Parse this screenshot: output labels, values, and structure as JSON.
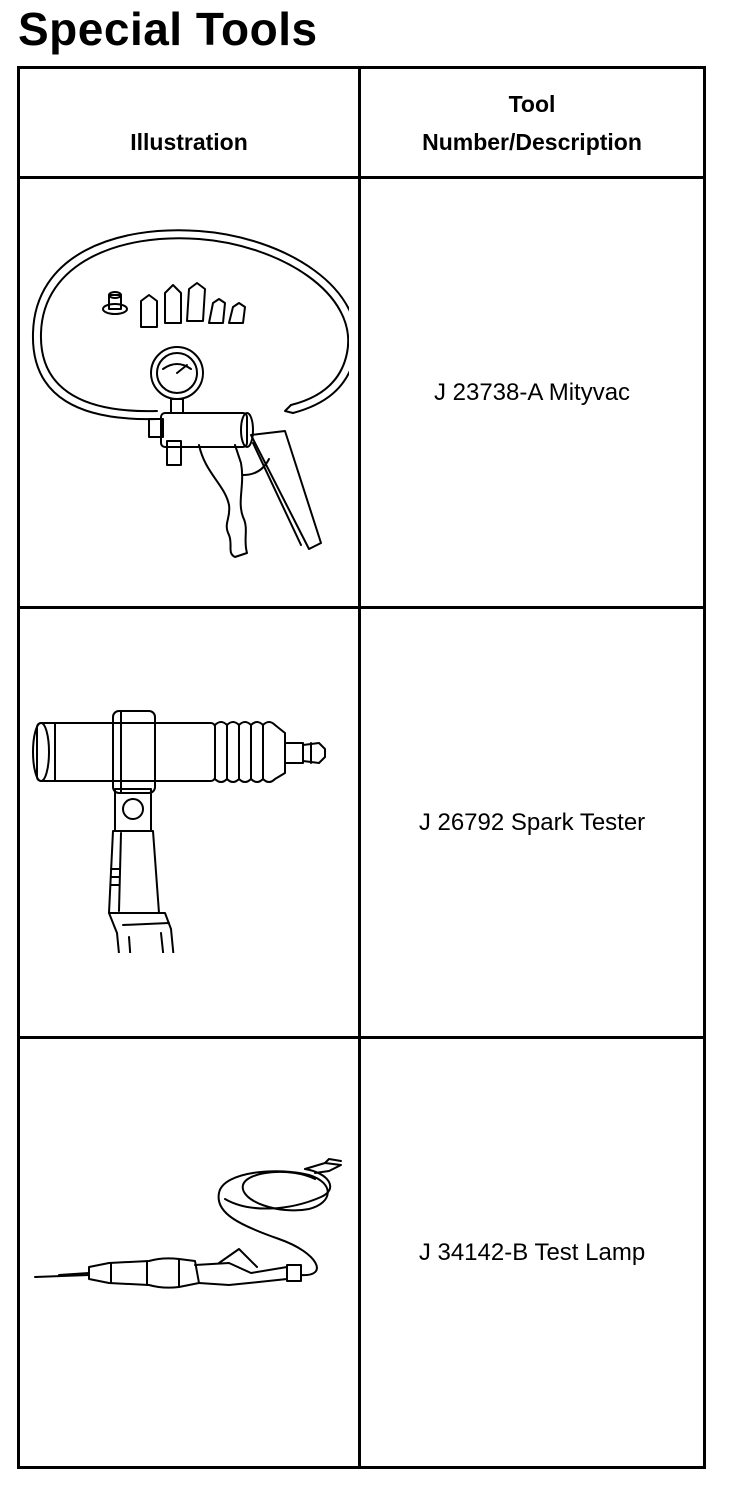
{
  "page": {
    "title": "Special Tools"
  },
  "table": {
    "headers": {
      "illustration": "Illustration",
      "tool_line1": "Tool",
      "tool_line2": "Number/Description"
    },
    "rows": [
      {
        "description": "J 23738-A Mityvac",
        "icon": "vacuum-pump-icon"
      },
      {
        "description": "J 26792 Spark Tester",
        "icon": "spark-tester-icon"
      },
      {
        "description": "J 34142-B Test Lamp",
        "icon": "test-lamp-icon"
      }
    ]
  }
}
